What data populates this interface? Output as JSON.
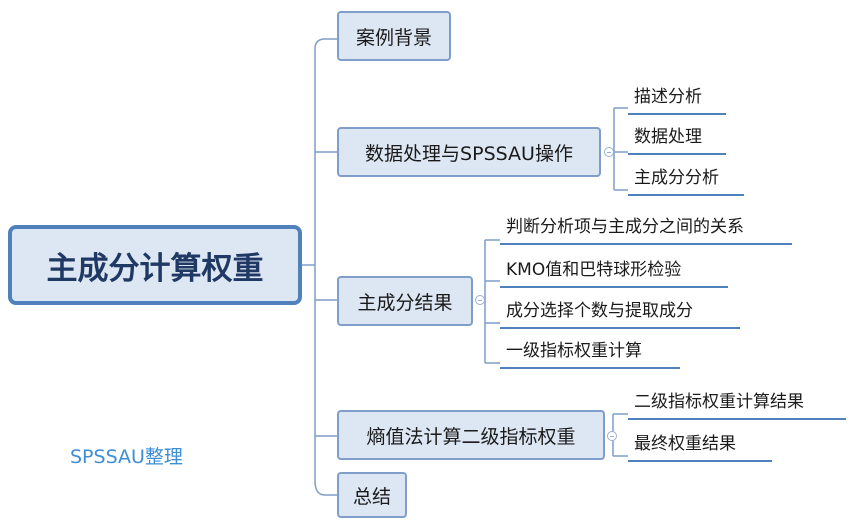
{
  "root": {
    "label": "主成分计算权重"
  },
  "branches": [
    {
      "label": "案例背景",
      "children": []
    },
    {
      "label": "数据处理与SPSSAU操作",
      "children": [
        "描述分析",
        "数据处理",
        "主成分分析"
      ]
    },
    {
      "label": "主成分结果",
      "children": [
        "判断分析项与主成分之间的关系",
        "KMO值和巴特球形检验",
        "成分选择个数与提取成分",
        "一级指标权重计算"
      ]
    },
    {
      "label": "熵值法计算二级指标权重",
      "children": [
        "二级指标权重计算结果",
        "最终权重结果"
      ]
    },
    {
      "label": "总结",
      "children": []
    }
  ],
  "credit": "SPSSAU整理",
  "colors": {
    "accent": "#4f81bd",
    "node_fill": "#dde7f3",
    "connector": "#7f9ec9",
    "credit_text": "#3d8ed6"
  }
}
